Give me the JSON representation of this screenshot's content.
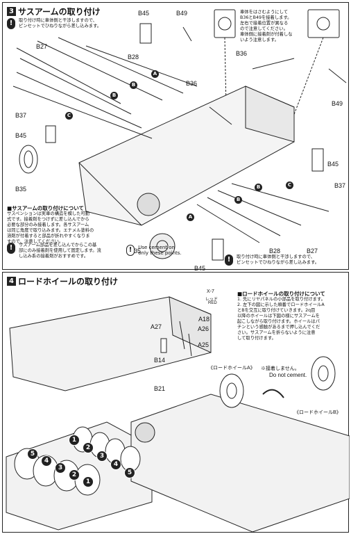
{
  "step3": {
    "number": "3",
    "title": "サスアームの取り付け",
    "top_note": [
      "取り付け時に車体側と干渉しますので、",
      "ピンセットでひねりながら差し込みます。"
    ],
    "right_note": [
      "車体をはさむようにして",
      "B36とB49を接着します。",
      "左右で接着位置が異なる",
      "ので注意してください。",
      "車体側に接着剤が付着しな",
      "いよう注意します。"
    ],
    "labels": {
      "b45_top": "B45",
      "b49_top": "B49",
      "b27_left": "B27",
      "b28_left": "B28",
      "b36_mid": "B36",
      "b37_left": "B37",
      "b45_left": "B45",
      "b35_left": "B35",
      "b36_right": "B36",
      "b49_right": "B49",
      "b45_right": "B45",
      "b37_right": "B37",
      "b28_bottom": "B28",
      "b27_bottom": "B27",
      "b35_bottom": "B35",
      "b45_bottom": "B45"
    },
    "markers": {
      "a": "A",
      "b": "B",
      "c": "C"
    },
    "susp_heading": "■サスアームの取り付けについて",
    "susp_text": [
      "サスペンションは実車の構造を模した可動",
      "式です。接着剤をつけずに差し込んでから",
      "必要な部分のみ接着します。各サスアーム",
      "は同じ角度で取り込みます。エナメル塗料の",
      "溶剤が付着すると部品が折れやすくなりま",
      "すので、注意してください。"
    ],
    "bottom_note": [
      "サスアーム部品を差し込んでからこの基",
      "部にのみ接着剤を使用して固定します。流",
      "し込み系の接着剤がおすすめです。"
    ],
    "cement_note": [
      "Use cement on",
      "only these points."
    ],
    "bottom_right_note": [
      "取り付け時に車体側と干渉しますので、",
      "ピンセットでひねりながら差し込みます。"
    ]
  },
  "step4": {
    "number": "4",
    "title": "ロードホイールの取り付け",
    "labels": {
      "x7": "X-7",
      "red_jp": "レッド",
      "red": "RED",
      "a18": "A18",
      "a27": "A27",
      "a26": "A26",
      "a25": "A25",
      "b14": "B14",
      "b21": "B21"
    },
    "wheel_a": "《ロードホイールA》",
    "wheel_b": "《ロードホイールB》",
    "no_cement_jp": "※接着しません。",
    "no_cement": "Do not cement.",
    "note_heading": "■ロードホイールの取り付けについて",
    "note_text": [
      "1. 先にリヤパネルの小部品を取り付けます。",
      "2. 左下の図に示した順番でロードホイールA",
      "とBを交互に取り付けていきます。2q目",
      "以降のホイールは下図の様にサスアームを",
      "起こしながら取り付けます。ホイールはパ",
      "チンという感触があるまで押し込んでくだ",
      "さい。サスアームを折らないように注意",
      "して取り付けます。"
    ],
    "sequence_upper": [
      "1",
      "2",
      "3",
      "4",
      "5"
    ],
    "sequence_lower": [
      "5",
      "4",
      "3",
      "2",
      "1"
    ]
  }
}
